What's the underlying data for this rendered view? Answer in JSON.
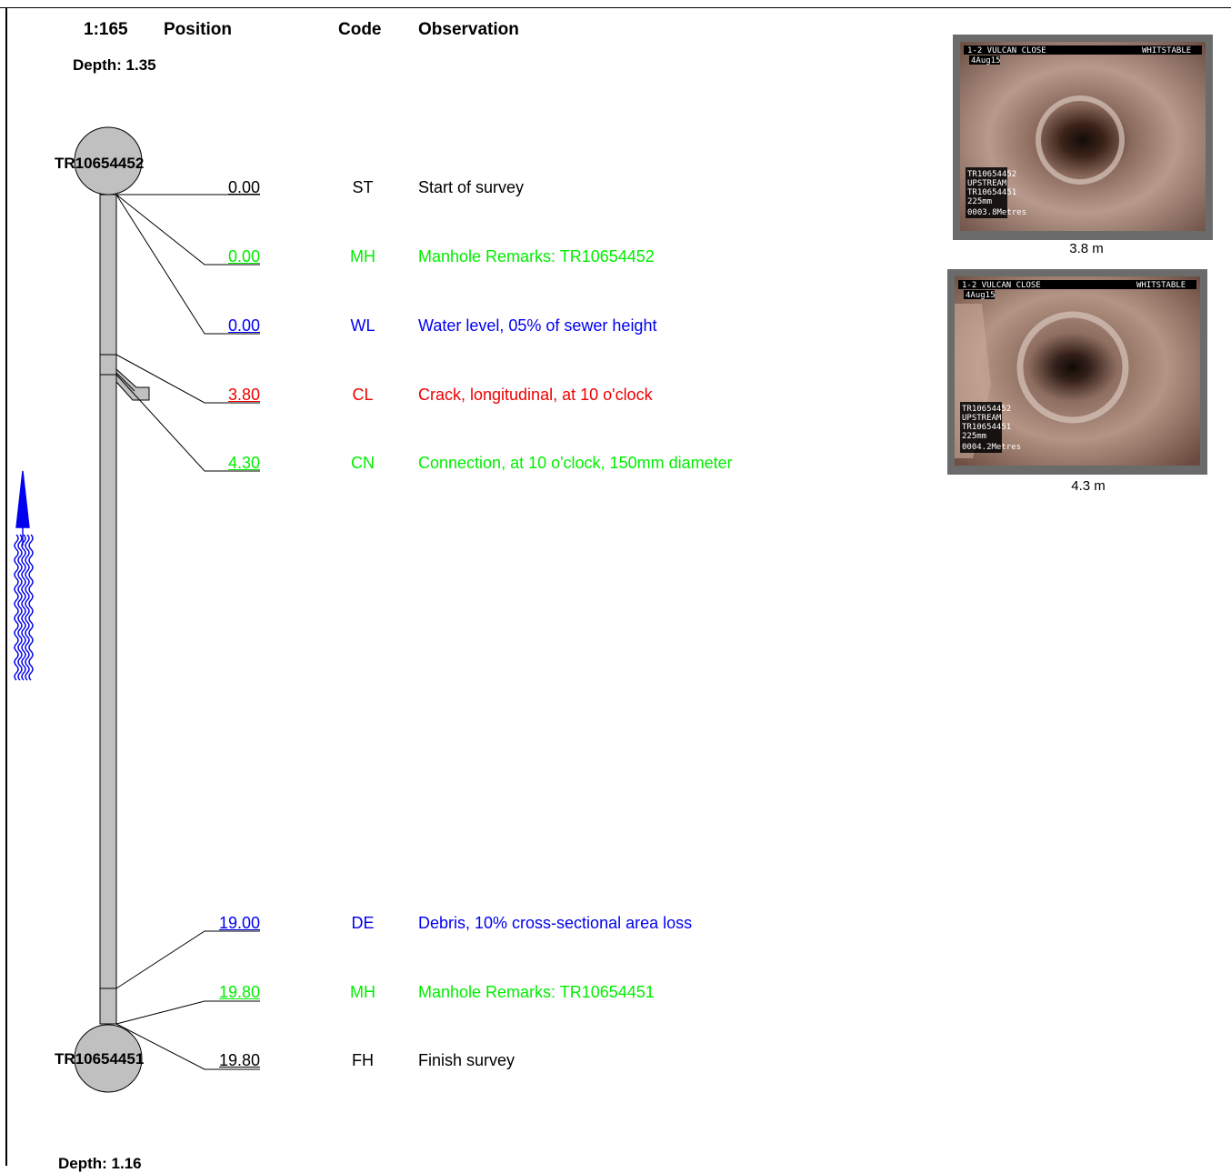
{
  "header": {
    "scale": "1:165",
    "position_label": "Position",
    "code_label": "Code",
    "observation_label": "Observation"
  },
  "depth_start": "Depth: 1.35",
  "depth_end": "Depth: 1.16",
  "manholes": {
    "start": "TR10654452",
    "end": "TR10654451"
  },
  "observations": [
    {
      "position": "0.00",
      "code": "ST",
      "text": "Start of survey",
      "color": "#000000"
    },
    {
      "position": "0.00",
      "code": "MH",
      "text": "Manhole Remarks: TR10654452",
      "color": "#00ee00"
    },
    {
      "position": "0.00",
      "code": "WL",
      "text": "Water level, 05% of sewer height",
      "color": "#0000ee"
    },
    {
      "position": "3.80",
      "code": "CL",
      "text": "Crack, longitudinal, at 10 o'clock",
      "color": "#ee0000"
    },
    {
      "position": "4.30",
      "code": "CN",
      "text": "Connection, at 10 o'clock, 150mm diameter",
      "color": "#00ee00"
    },
    {
      "position": "19.00",
      "code": "DE",
      "text": "Debris, 10% cross-sectional area loss",
      "color": "#0000ee"
    },
    {
      "position": "19.80",
      "code": "MH",
      "text": "Manhole Remarks: TR10654451",
      "color": "#00ee00"
    },
    {
      "position": "19.80",
      "code": "FH",
      "text": "Finish survey",
      "color": "#000000"
    }
  ],
  "photos": [
    {
      "caption": "3.8 m",
      "osd_top_left": "1-2 VULCAN CLOSE",
      "osd_top_right": "WHITSTABLE",
      "osd_date": "4Aug15",
      "osd_lines": [
        "TR10654452",
        "UPSTREAM",
        "TR10654451",
        "225mm",
        "0003.8Metres"
      ]
    },
    {
      "caption": "4.3 m",
      "osd_top_left": "1-2 VULCAN CLOSE",
      "osd_top_right": "WHITSTABLE",
      "osd_date": "4Aug15",
      "osd_lines": [
        "TR10654452",
        "UPSTREAM",
        "TR10654451",
        "225mm",
        "0004.2Metres"
      ]
    }
  ],
  "flow_direction": "upstream",
  "colors": {
    "pipe_fill": "#c0c0c0",
    "flow_arrow": "#0000ee"
  }
}
